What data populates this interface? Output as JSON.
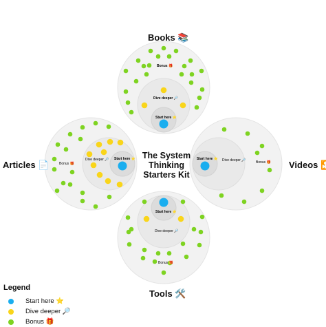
{
  "title": "The System Thinking Starters Kit",
  "title_lines": [
    "The System",
    "Thinking",
    "Starters Kit"
  ],
  "colors": {
    "start": "#1aaeef",
    "dive": "#f9d51a",
    "bonus": "#7ed321",
    "outer": "#f2f2f2",
    "mid": "#e8e8e8",
    "inner": "#dedede",
    "stroke": "#e2e2e2"
  },
  "zone_labels": {
    "start": "Start here ⭐",
    "dive": "Dive deeper 🔎",
    "bonus": "Bonus 🎁"
  },
  "categories": {
    "books": {
      "label": "Books 📚",
      "start_count": 1,
      "dive_count": 3,
      "bonus_count": 23
    },
    "articles": {
      "label": "Articles 📄",
      "start_count": 1,
      "dive_count": 9,
      "bonus_count": 17
    },
    "videos": {
      "label": "Videos 🎦",
      "start_count": 1,
      "dive_count": 0,
      "bonus_count": 8
    },
    "tools": {
      "label": "Tools 🛠️",
      "start_count": 1,
      "dive_count": 2,
      "bonus_count": 19
    }
  },
  "legend": {
    "title": "Legend",
    "items": [
      {
        "label": "Start here ⭐",
        "color": "#1aaeef"
      },
      {
        "label": "Dive deeper 🔎",
        "color": "#f9d51a"
      },
      {
        "label": "Bonus 🎁",
        "color": "#7ed321"
      }
    ]
  }
}
